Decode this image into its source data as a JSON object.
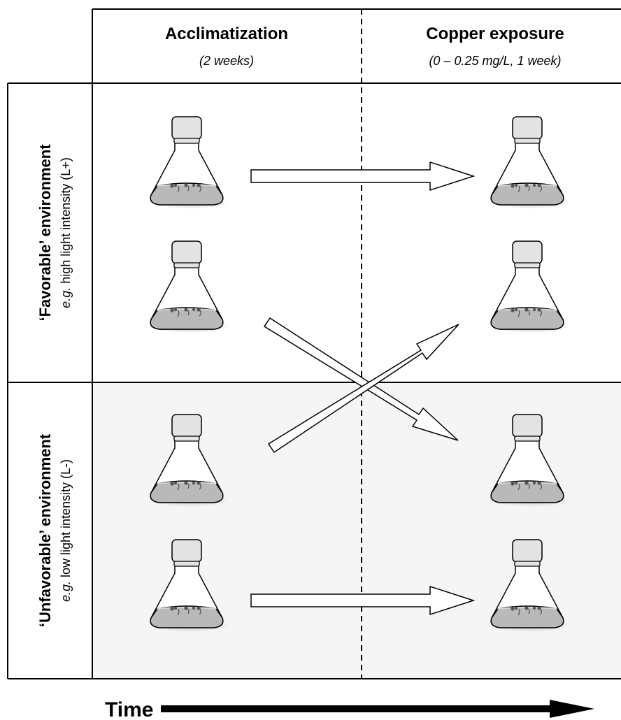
{
  "header": {
    "col1_title": "Acclimatization",
    "col1_sub": "(2 weeks)",
    "col2_title": "Copper exposure",
    "col2_sub": "(0 – 0.25 mg/L, 1 week)"
  },
  "rows": {
    "favorable_title": "‘Favorable’ environment",
    "favorable_eg": "e.g.",
    "favorable_sub": " high light intensity (L+)",
    "unfavorable_title": "‘Unfavorable’ environment",
    "unfavorable_eg": "e.g.",
    "unfavorable_sub": " low light intensity (L-)"
  },
  "footer": {
    "time_label": "Time"
  },
  "colors": {
    "unfavorable_bg": "#f5f5f5",
    "liquid": "#b9b9b9",
    "stopper": "#e3e3e3",
    "line": "#000000"
  }
}
